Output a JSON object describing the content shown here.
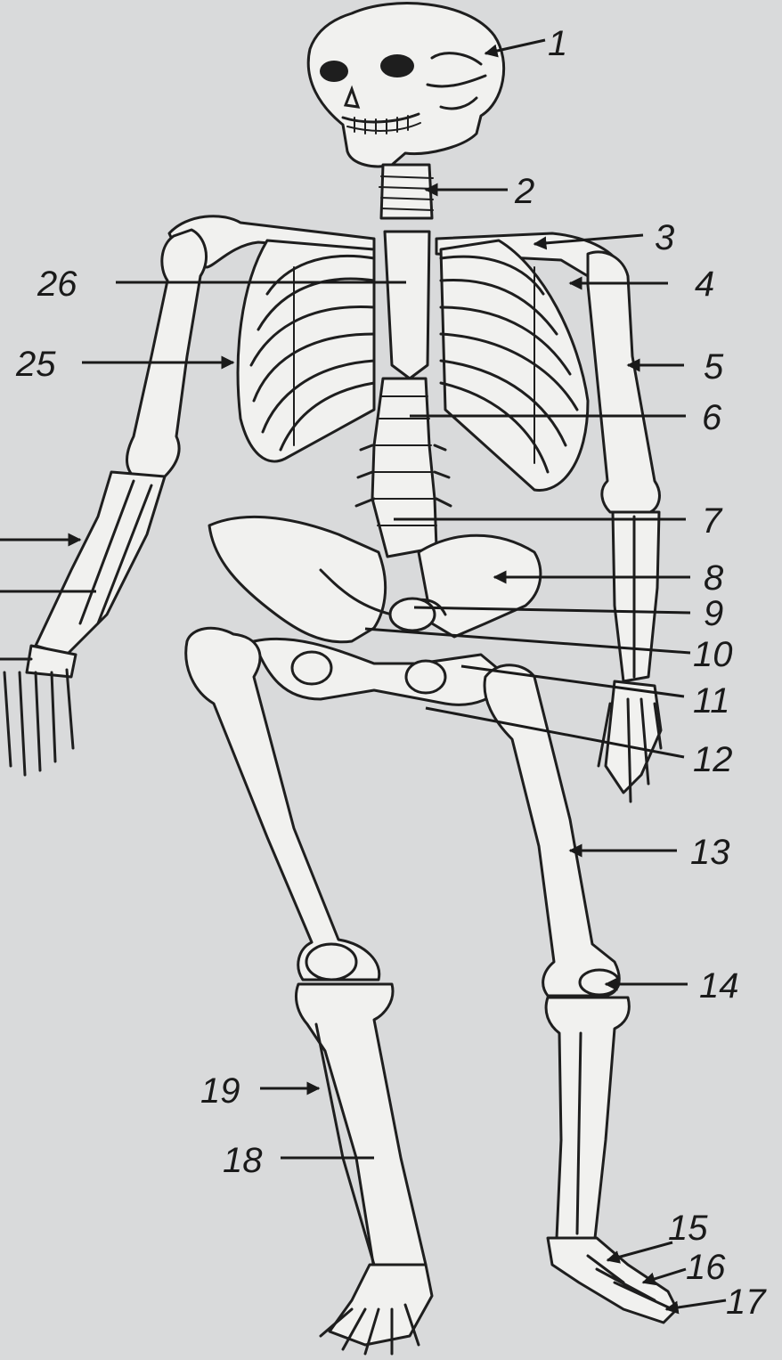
{
  "labels": [
    "1",
    "2",
    "3",
    "4",
    "5",
    "6",
    "7",
    "8",
    "9",
    "10",
    "11",
    "12",
    "13",
    "14",
    "15",
    "16",
    "17",
    "18",
    "19",
    "25",
    "26"
  ],
  "colors": {
    "background": "#d9dadb",
    "bone": "#f1f1ef",
    "ink": "#1e1e1e"
  }
}
